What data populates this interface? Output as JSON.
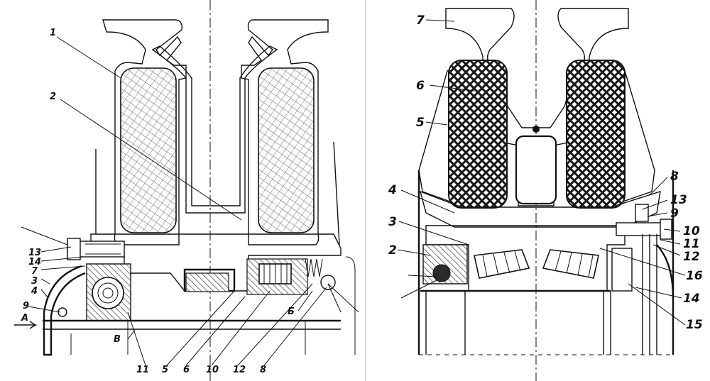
{
  "left_figure": {
    "labels": [
      "1",
      "2",
      "13",
      "14",
      "7",
      "3",
      "4",
      "9",
      "A",
      "B",
      "11",
      "5",
      "6",
      "10",
      "12",
      "8",
      "Б"
    ]
  },
  "right_figure": {
    "labels": [
      "7",
      "6",
      "5",
      "4",
      "3",
      "2",
      "8",
      "13",
      "9",
      "10",
      "11",
      "12",
      "16",
      "14",
      "15"
    ]
  },
  "colors": {
    "ink": "#111111",
    "paper": "#ffffff",
    "roller_dark": "#2a2a2a"
  }
}
